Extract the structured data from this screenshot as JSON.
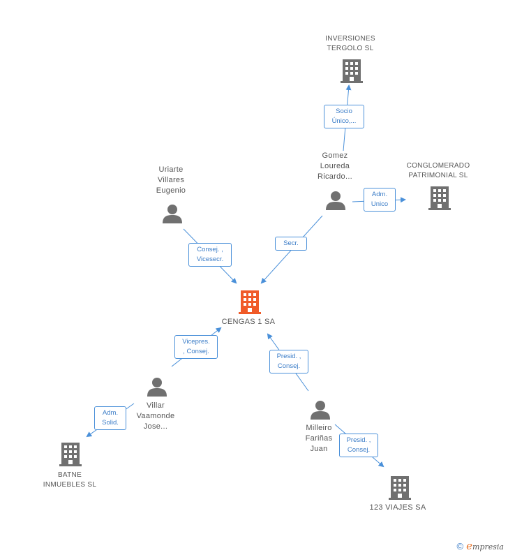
{
  "center": {
    "name": "CENGAS 1 SA",
    "color": "#f05a28"
  },
  "nodes": {
    "inversiones": {
      "name_line1": "INVERSIONES",
      "name_line2": "TERGOLO SL"
    },
    "gomez": {
      "line1": "Gomez",
      "line2": "Loureda",
      "line3": "Ricardo..."
    },
    "conglomerado": {
      "name_line1": "CONGLOMERADO",
      "name_line2": "PATRIMONIAL SL"
    },
    "uriarte": {
      "line1": "Uriarte",
      "line2": "Villares",
      "line3": "Eugenio"
    },
    "villar": {
      "line1": "Villar",
      "line2": "Vaamonde",
      "line3": "Jose..."
    },
    "batne": {
      "name_line1": "BATNE",
      "name_line2": "INMUEBLES SL"
    },
    "milleiro": {
      "line1": "Milleiro",
      "line2": "Fariñas",
      "line3": "Juan"
    },
    "viajes": {
      "name": "123 VIAJES SA"
    }
  },
  "relations": {
    "socio": {
      "line1": "Socio",
      "line2": "Único,..."
    },
    "adm_unico": {
      "line1": "Adm.",
      "line2": "Unico"
    },
    "secr": {
      "line1": "Secr."
    },
    "consej_vicesecr": {
      "line1": "Consej. ,",
      "line2": "Vicesecr."
    },
    "vicepres": {
      "line1": "Vicepres.",
      "line2": ", Consej."
    },
    "adm_solid": {
      "line1": "Adm.",
      "line2": "Solid."
    },
    "presid_1": {
      "line1": "Presid. ,",
      "line2": "Consej."
    },
    "presid_2": {
      "line1": "Presid. ,",
      "line2": "Consej."
    }
  },
  "colors": {
    "edge": "#4a90d9",
    "icon_gray": "#707070",
    "accent": "#f05a28"
  },
  "footer": {
    "copyright": "©",
    "brand_e": "e",
    "brand_rest": "mpresia"
  }
}
